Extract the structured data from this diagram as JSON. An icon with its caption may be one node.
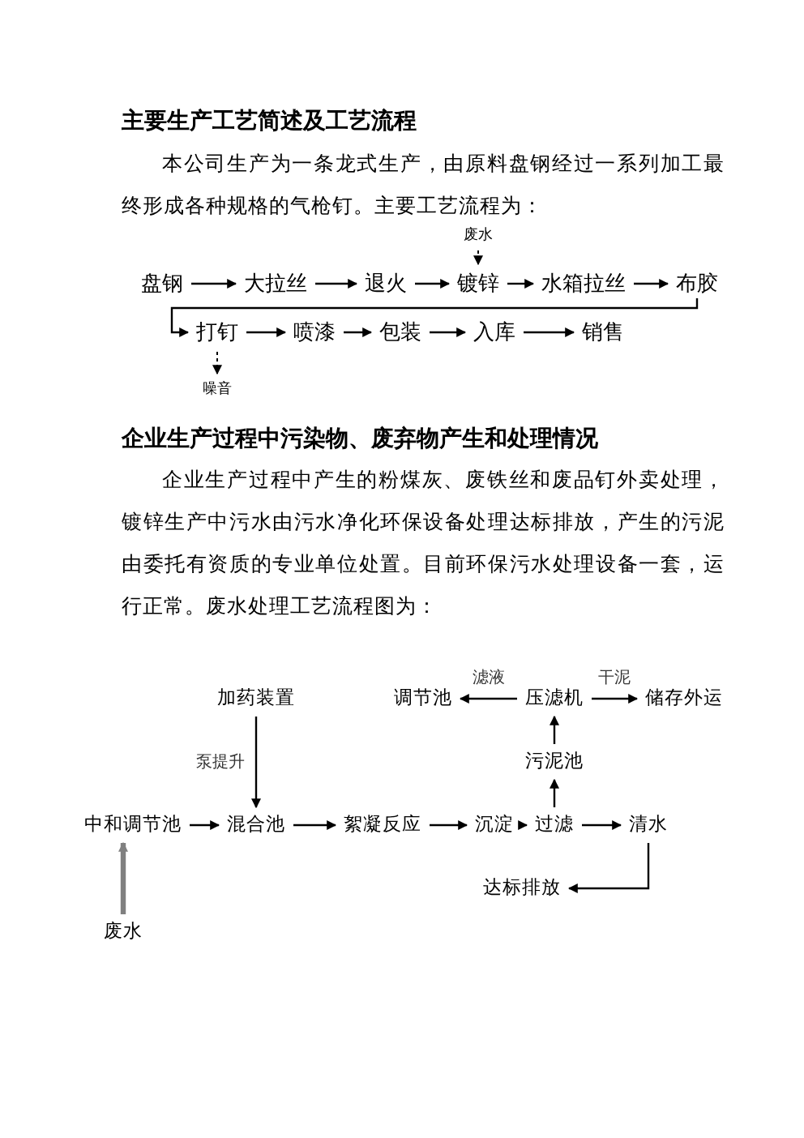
{
  "diagram": {
    "title": "主要生产工艺简述及工艺流程",
    "nodes": [
      {
        "text": [
          "盘钢"
        ]
      },
      {
        "text": [
          "大拉丝"
        ]
      },
      {
        "text": [
          "退火"
        ]
      },
      {
        "text": [
          "镀锌"
        ]
      },
      {
        "text": [
          "水箱拉丝"
        ]
      },
      {
        "text": [
          "布胶"
        ]
      },
      {
        "text": [
          "打钉"
        ]
      },
      {
        "text": [
          "喷漆"
        ]
      },
      {
        "text": [
          "包装"
        ]
      },
      {
        "text": [
          "入库"
        ]
      },
      {
        "text": [
          "销售"
        ]
      },
      {
        "text": [
          "废水"
        ]
      },
      {
        "text": [
          "噪音"
        ]
      },
      {
        "text": [
          "加药装置"
        ]
      },
      {
        "text": [
          "调节池"
        ]
      },
      {
        "text": [
          "压滤机"
        ]
      },
      {
        "text": [
          "储存外运"
        ]
      },
      {
        "text": [
          "污泥池"
        ]
      },
      {
        "text": [
          "中和调节池"
        ]
      },
      {
        "text": [
          "混合池"
        ]
      },
      {
        "text": [
          "絮凝反应"
        ]
      },
      {
        "text": [
          "沉淀"
        ]
      },
      {
        "text": [
          "过滤"
        ]
      },
      {
        "text": [
          "清水"
        ]
      },
      {
        "text": [
          "达标排放"
        ]
      },
      {
        "text": [
          "废水"
        ]
      }
    ],
    "edges": [
      {
        "from": 0,
        "to": 1,
        "arrow": "to"
      },
      {
        "from": 1,
        "to": 2,
        "arrow": "to"
      },
      {
        "from": 2,
        "to": 3,
        "arrow": "to"
      },
      {
        "from": 3,
        "to": 4,
        "arrow": "to"
      },
      {
        "from": 4,
        "to": 5,
        "arrow": "to"
      },
      {
        "from": 5,
        "to": 6,
        "arrow": "to"
      },
      {
        "from": 6,
        "to": 7,
        "arrow": "to"
      },
      {
        "from": 7,
        "to": 8,
        "arrow": "to"
      },
      {
        "from": 8,
        "to": 9,
        "arrow": "to"
      },
      {
        "from": 9,
        "to": 10,
        "arrow": "to"
      },
      {
        "from": 11,
        "to": 3,
        "arrow": "to",
        "style": "dashed"
      },
      {
        "from": 6,
        "to": 12,
        "arrow": "to",
        "style": "dashed"
      },
      {
        "from": 15,
        "to": 14,
        "arrow": "to",
        "label": "滤液"
      },
      {
        "from": 15,
        "to": 16,
        "arrow": "to",
        "label": "干泥"
      },
      {
        "from": 13,
        "to": 19,
        "arrow": "to",
        "label": "泵提升"
      },
      {
        "from": 18,
        "to": 19,
        "arrow": "to"
      },
      {
        "from": 19,
        "to": 20,
        "arrow": "to"
      },
      {
        "from": 20,
        "to": 21,
        "arrow": "to"
      },
      {
        "from": 21,
        "to": 22,
        "arrow": "to"
      },
      {
        "from": 22,
        "to": 23,
        "arrow": "to"
      },
      {
        "from": 22,
        "to": 17,
        "arrow": "to"
      },
      {
        "from": 17,
        "to": 15,
        "arrow": "to"
      },
      {
        "from": 23,
        "to": 24,
        "arrow": "to"
      },
      {
        "from": 25,
        "to": 18,
        "arrow": "to",
        "style": "thick",
        "color": "#808080"
      }
    ],
    "labels": [
      "本公司生产为一条龙式生产，由原料盘钢经过一系列加工最终形成各种规格的气枪钉。主要工艺流程为：",
      "企业生产过程中污染物、废弃物产生和处理情况",
      "企业生产过程中产生的粉煤灰、废铁丝和废品钉外卖处理，镀锌生产中污水由污水净化环保设备处理达标排放，产生的污泥由委托有资质的专业单位处置。目前环保污水处理设备一套，运行正常。废水处理工艺流程图为："
    ]
  }
}
